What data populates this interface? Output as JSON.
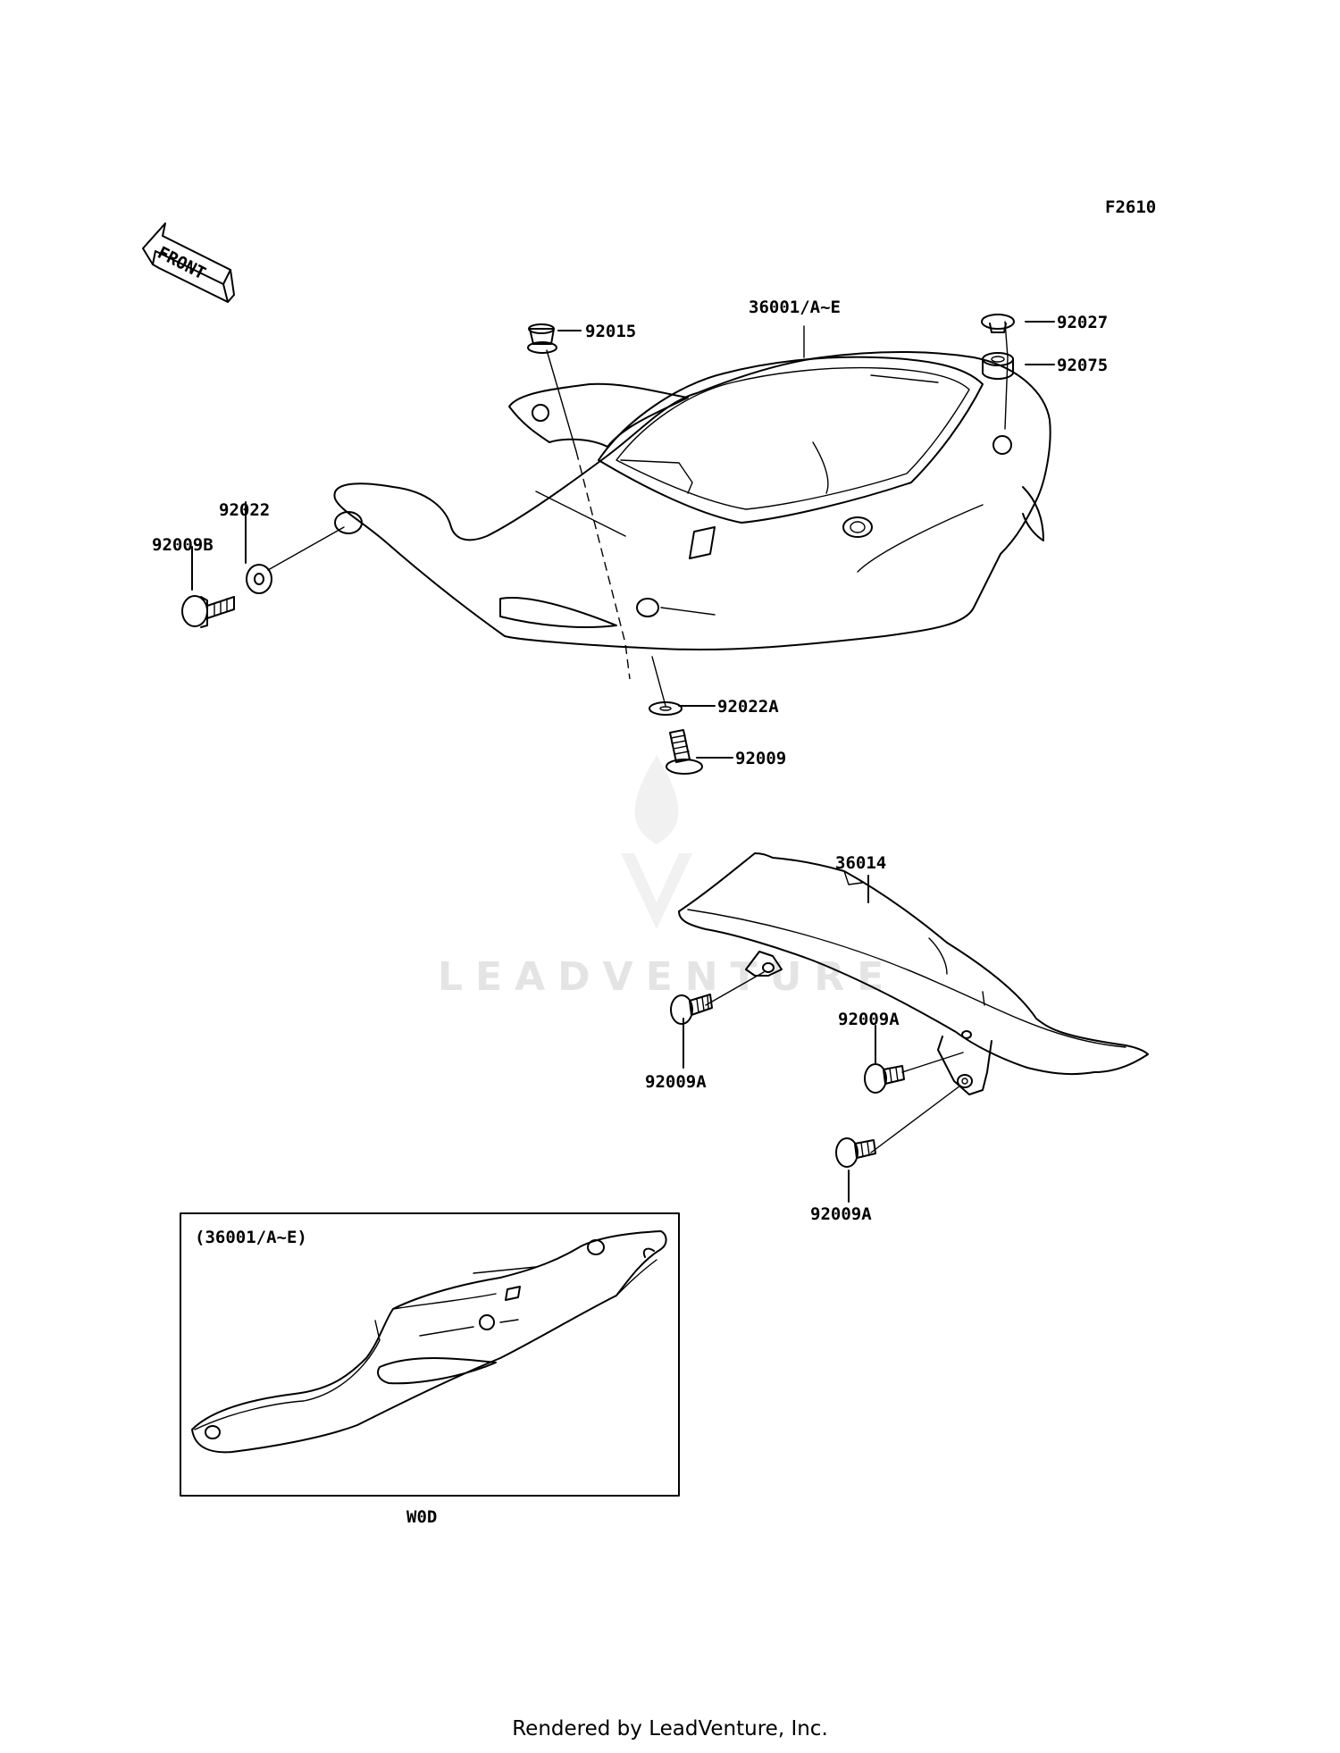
{
  "figure_code": "F2610",
  "front_arrow_label": "FRONT",
  "callouts": {
    "p92015": "92015",
    "p36001": "36001/A~E",
    "p92027": "92027",
    "p92075": "92075",
    "p92022": "92022",
    "p92009B": "92009B",
    "p92022A": "92022A",
    "p92009": "92009",
    "p36014": "36014",
    "p92009A_left": "92009A",
    "p92009A_mid": "92009A",
    "p92009A_bottom": "92009A"
  },
  "inset": {
    "title": "(36001/A~E)",
    "variant_label": "W0D"
  },
  "watermark": "LEADVENTURE",
  "footer": "Rendered by LeadVenture, Inc."
}
